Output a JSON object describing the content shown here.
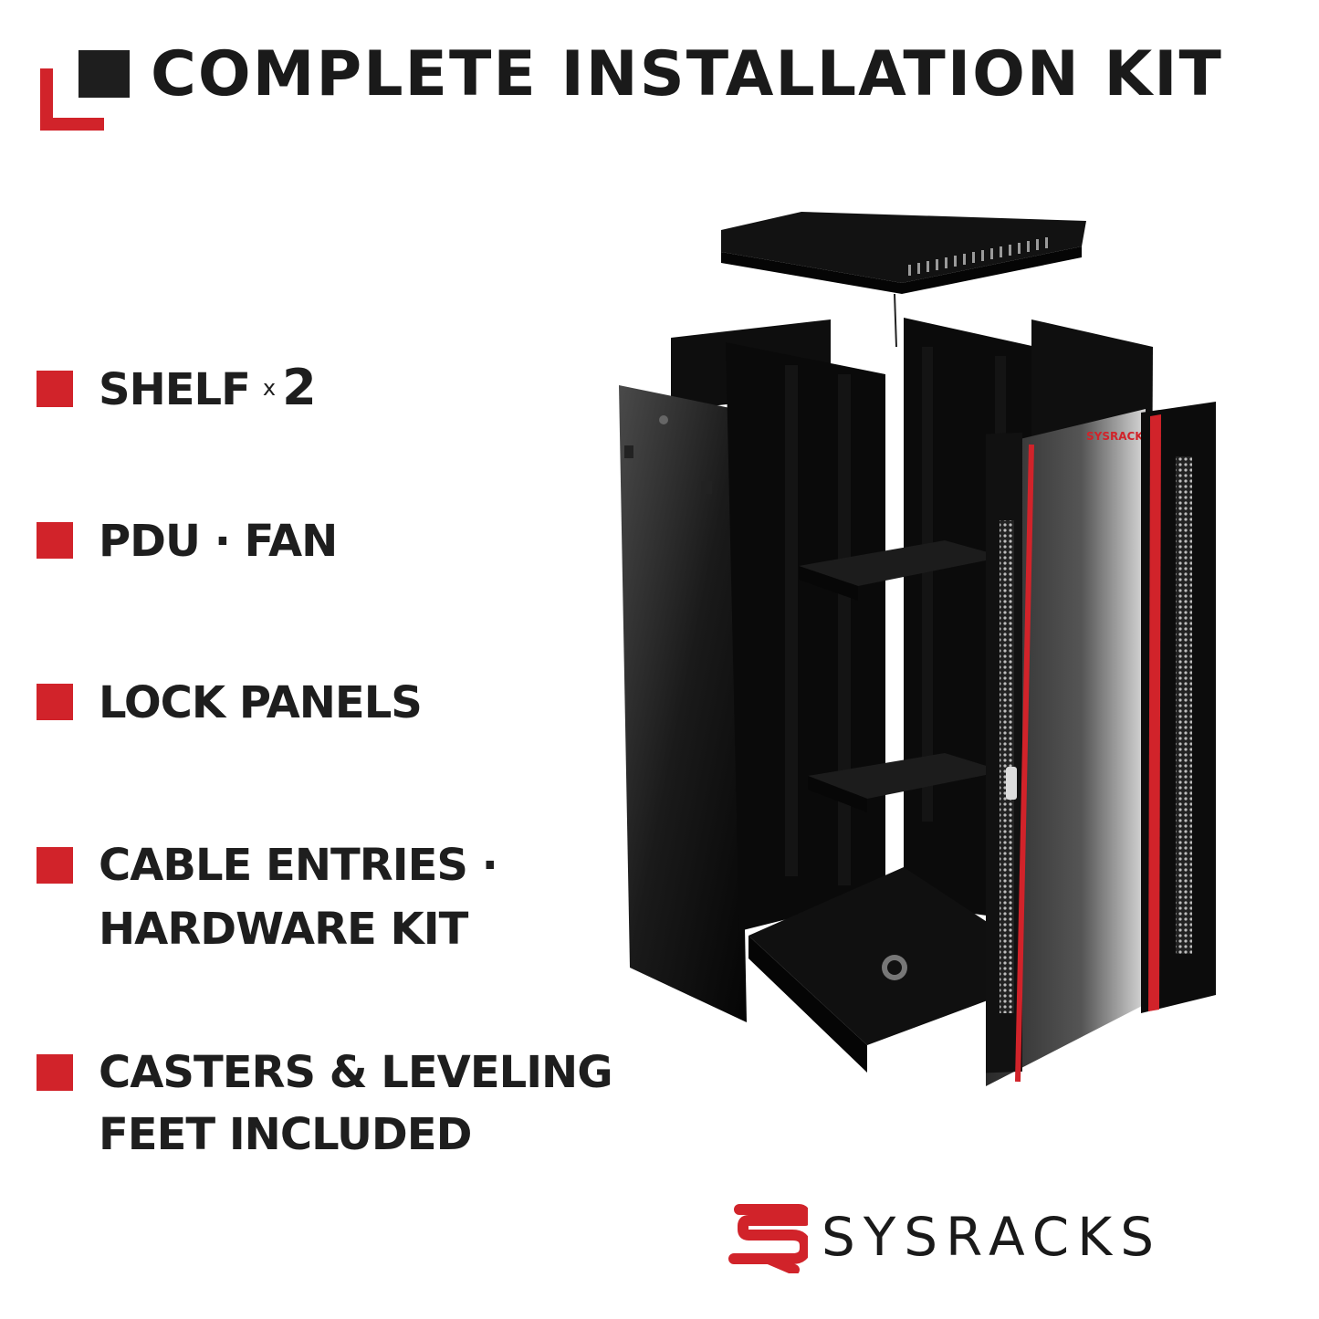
{
  "header": {
    "title": "COMPLETE INSTALLATION KIT"
  },
  "features": {
    "shelf_label": "SHELF",
    "shelf_times": "x",
    "shelf_count": "2",
    "pdu_fan": "PDU · FAN",
    "lock_panels": "LOCK PANELS",
    "cable_line1": "CABLE ENTRIES ·",
    "cable_line2": "HARDWARE KIT",
    "casters_line1": "CASTERS & LEVELING",
    "casters_line2": "FEET INCLUDED"
  },
  "product": {
    "door_logo_text": "SYSRACKS"
  },
  "brand": {
    "name": "SYSRACKS"
  },
  "colors": {
    "accent_red": "#d1232a",
    "dark": "#1e1e1e",
    "background": "#ffffff"
  }
}
